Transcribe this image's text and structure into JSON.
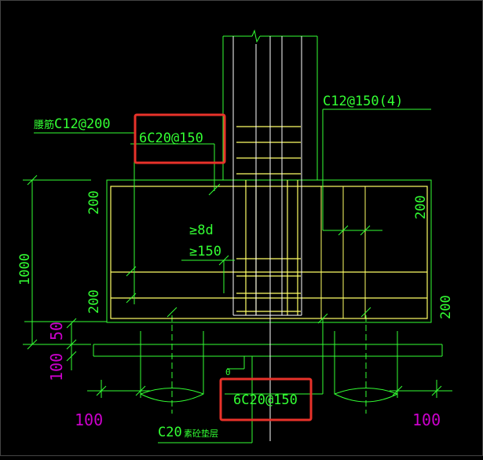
{
  "drawing": {
    "labels": {
      "stirrup_note": "C12@150(4)",
      "side_rebar_prefix": "腰筋",
      "side_rebar": "C12@200",
      "top_rebar": "6C20@150",
      "bottom_rebar": "6C20@150",
      "anchor_8d": "≥8d",
      "anchor_150": "≥150",
      "dim_height": "1000",
      "dim_200_tl": "200",
      "dim_200_bl": "200",
      "dim_200_tr": "200",
      "dim_200_br": "200",
      "dim_50": "50",
      "dim_100_side": "100",
      "dim_100_left": "100",
      "dim_100_right": "100",
      "dim_small_0": "0",
      "cushion": "C20",
      "cushion_suffix": "素砼垫层"
    },
    "colors": {
      "line": "#ffff66",
      "text": "#33ff33",
      "dim_magenta": "#cc00cc",
      "highlight": "#e8322a",
      "white_line": "#ffffff"
    }
  }
}
